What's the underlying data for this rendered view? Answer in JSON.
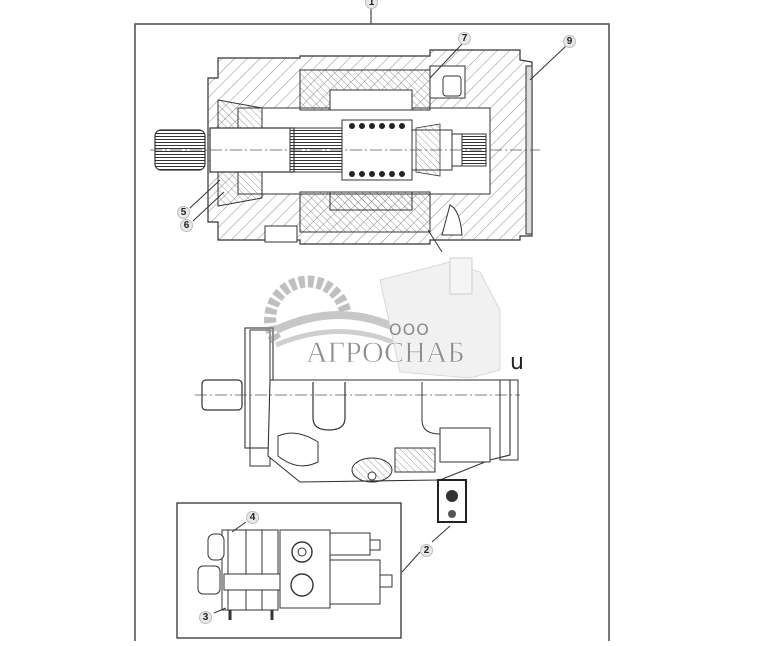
{
  "diagram": {
    "type": "technical-parts-illustration",
    "subject": "hydraulic axial piston pump assembly",
    "views": [
      {
        "id": "sectional-view",
        "label": "cross-section of pump"
      },
      {
        "id": "side-view",
        "label": "external side view of pump"
      },
      {
        "id": "valve-inset",
        "label": "control valve detail (inset)"
      }
    ],
    "callouts": [
      {
        "id": "1",
        "label": "1"
      },
      {
        "id": "2",
        "label": "2"
      },
      {
        "id": "3",
        "label": "3"
      },
      {
        "id": "4",
        "label": "4"
      },
      {
        "id": "5",
        "label": "5"
      },
      {
        "id": "6",
        "label": "6"
      },
      {
        "id": "7",
        "label": "7"
      },
      {
        "id": "9",
        "label": "9"
      }
    ]
  },
  "watermark": {
    "prefix": "ООО",
    "brand": "АГРОСНАБ",
    "suffix": "u"
  },
  "colors": {
    "line": "#333333",
    "frame": "#555555",
    "hatch": "#777777",
    "watermark": "#9a9a9a",
    "callout_fill": "#e9e9e9"
  }
}
